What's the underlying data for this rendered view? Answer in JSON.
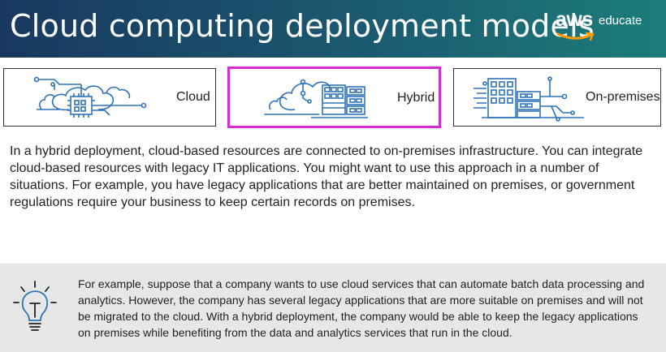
{
  "header": {
    "title": "Cloud computing deployment models",
    "logo_aws": "aws",
    "logo_educate": "educate"
  },
  "models": {
    "cloud": {
      "label": "Cloud",
      "icon": "cloud-circuit-icon"
    },
    "hybrid": {
      "label": "Hybrid",
      "icon": "cloud-server-icon",
      "selected": true
    },
    "onprem": {
      "label": "On-premises",
      "icon": "building-server-icon"
    }
  },
  "intro_text": "In a hybrid deployment, cloud-based resources are connected to on-premises infrastructure. You can integrate cloud-based resources with legacy IT applications. You might want to use this approach in a number of situations. For example, you have legacy applications that are better maintained on premises, or government regulations require your business to keep certain records on premises.",
  "example_text": "For example, suppose that a company wants to use cloud services that can automate batch data processing and analytics. However, the company has several legacy applications that are more suitable on premises and will not be migrated to the cloud. With a hybrid deployment, the company would be able to keep the legacy applications on premises while benefiting from the data and analytics services that run in the cloud.",
  "colors": {
    "selected_border": "#d62cd8",
    "icon_blue": "#2e73b8",
    "aws_orange": "#ff9900"
  }
}
